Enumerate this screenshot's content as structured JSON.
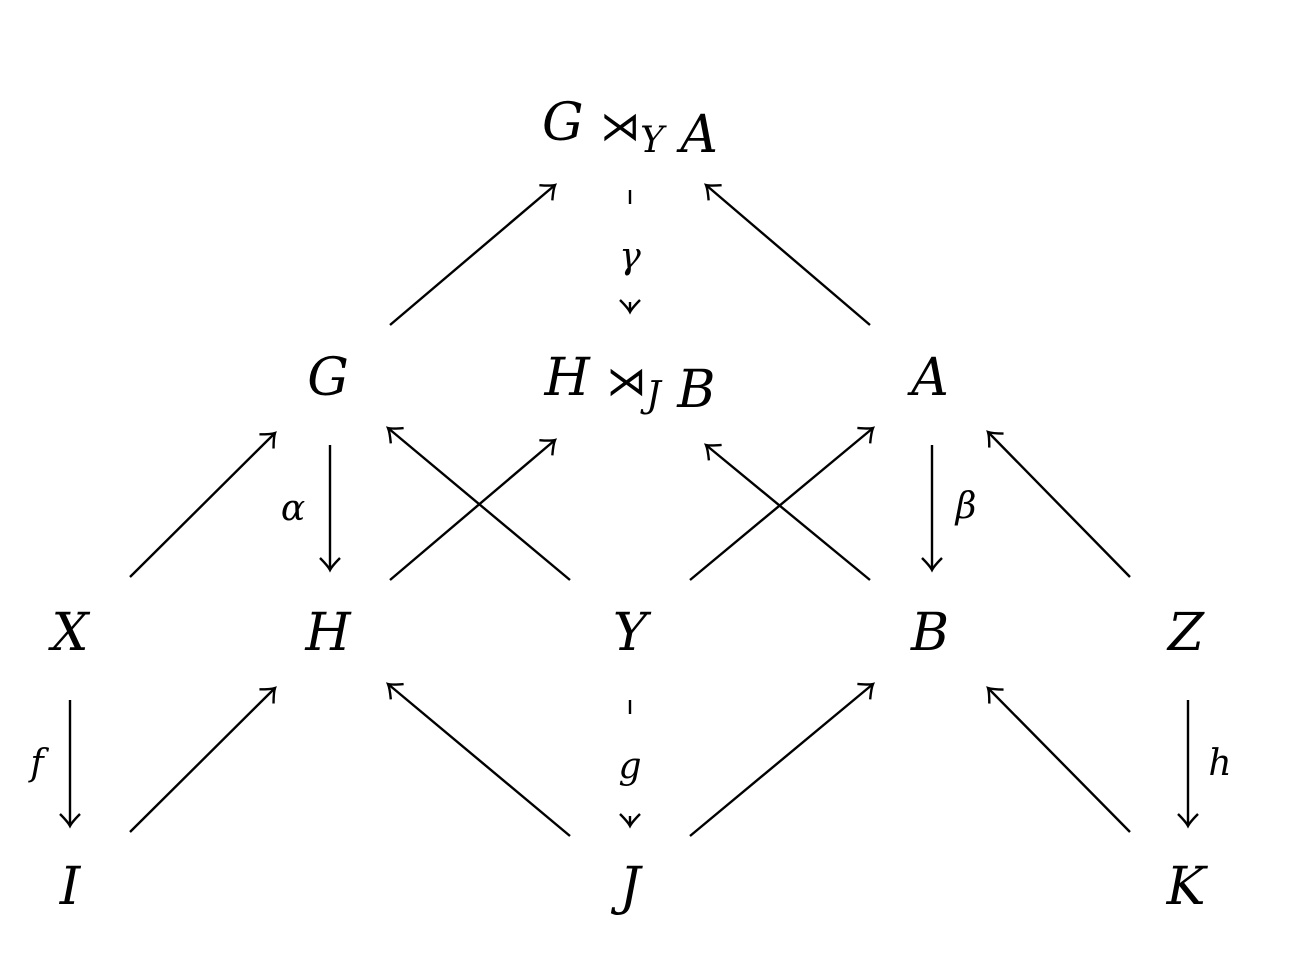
{
  "diagram": {
    "nodes": [
      {
        "id": "GYA",
        "parts": [
          {
            "t": "G "
          },
          {
            "t": "⋊",
            "c": "op"
          },
          {
            "t": "Y",
            "c": "sub"
          },
          {
            "t": " A"
          }
        ]
      },
      {
        "id": "G",
        "parts": [
          {
            "t": "G"
          }
        ]
      },
      {
        "id": "HJB",
        "parts": [
          {
            "t": "H "
          },
          {
            "t": "⋊",
            "c": "op"
          },
          {
            "t": "J",
            "c": "sub"
          },
          {
            "t": " B"
          }
        ]
      },
      {
        "id": "A",
        "parts": [
          {
            "t": "A"
          }
        ]
      },
      {
        "id": "X",
        "parts": [
          {
            "t": "X"
          }
        ]
      },
      {
        "id": "H",
        "parts": [
          {
            "t": "H"
          }
        ]
      },
      {
        "id": "Y",
        "parts": [
          {
            "t": "Y"
          }
        ]
      },
      {
        "id": "B",
        "parts": [
          {
            "t": "B"
          }
        ]
      },
      {
        "id": "Z",
        "parts": [
          {
            "t": "Z"
          }
        ]
      },
      {
        "id": "I",
        "parts": [
          {
            "t": "I"
          }
        ]
      },
      {
        "id": "J",
        "parts": [
          {
            "t": "J"
          }
        ]
      },
      {
        "id": "K",
        "parts": [
          {
            "t": "K"
          }
        ]
      }
    ],
    "edges": [
      {
        "from": "G",
        "to": "GYA",
        "label": ""
      },
      {
        "from": "A",
        "to": "GYA",
        "label": ""
      },
      {
        "from": "GYA",
        "to": "HJB",
        "label": "γ",
        "style": "dashed"
      },
      {
        "from": "X",
        "to": "G",
        "label": ""
      },
      {
        "from": "G",
        "to": "H",
        "label": "α"
      },
      {
        "from": "H",
        "to": "HJB",
        "label": ""
      },
      {
        "from": "Y",
        "to": "G",
        "label": ""
      },
      {
        "from": "Y",
        "to": "A",
        "label": ""
      },
      {
        "from": "B",
        "to": "HJB",
        "label": ""
      },
      {
        "from": "A",
        "to": "B",
        "label": "β"
      },
      {
        "from": "Z",
        "to": "A",
        "label": ""
      },
      {
        "from": "X",
        "to": "I",
        "label": "f"
      },
      {
        "from": "I",
        "to": "H",
        "label": ""
      },
      {
        "from": "J",
        "to": "H",
        "label": ""
      },
      {
        "from": "Y",
        "to": "J",
        "label": "g",
        "style": "dashed"
      },
      {
        "from": "J",
        "to": "B",
        "label": ""
      },
      {
        "from": "K",
        "to": "B",
        "label": ""
      },
      {
        "from": "Z",
        "to": "K",
        "label": "h"
      }
    ]
  }
}
